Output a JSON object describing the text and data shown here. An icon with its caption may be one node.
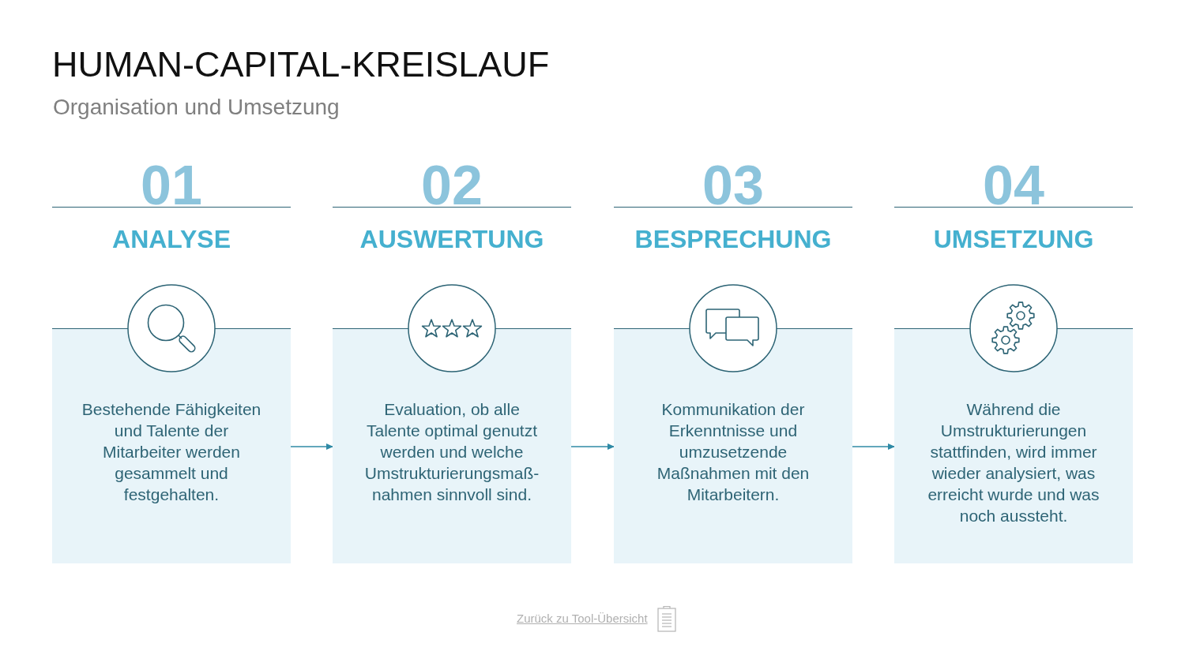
{
  "diagram": {
    "title": "HUMAN-CAPITAL-KREISLAUF",
    "nodes": [
      {
        "text": [
          "01",
          "ANALYSE",
          "Bestehende Fähigkeiten und Talente der Mitarbeiter werden gesammelt und festgehalten."
        ]
      },
      {
        "text": [
          "02",
          "AUSWERTUNG",
          "Evaluation, ob alle Talente optimal genutzt werden und welche Umstrukturierungsmaß- nahmen sinnvoll sind."
        ]
      },
      {
        "text": [
          "03",
          "BESPRECHUNG",
          "Kommunikation der Erkenntnisse und umzusetzende Maßnahmen mit den Mitarbeitern."
        ]
      },
      {
        "text": [
          "04",
          "UMSETZUNG",
          "Während die Umstrukturierungen stattfinden, wird immer wieder analysiert, was erreicht wurde und was noch aussteht."
        ]
      }
    ],
    "edges": [
      {
        "from": 0,
        "to": 1,
        "arrow": "to"
      },
      {
        "from": 1,
        "to": 2,
        "arrow": "to"
      },
      {
        "from": 2,
        "to": 3,
        "arrow": "to"
      }
    ],
    "labels": [
      "Organisation und Umsetzung",
      "Zurück zu Tool-Übersicht"
    ]
  }
}
